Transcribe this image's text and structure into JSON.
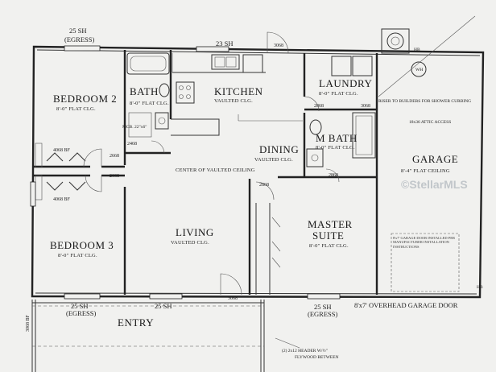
{
  "rooms": {
    "bedroom2": {
      "name": "BEDROOM 2",
      "ceiling": "8'-0\" FLAT CLG."
    },
    "bath": {
      "name": "BATH",
      "ceiling": "8'-0\" FLAT CLG."
    },
    "kitchen": {
      "name": "KITCHEN",
      "ceiling": "VAULTED CLG."
    },
    "laundry": {
      "name": "LAUNDRY",
      "ceiling": "8'-0\" FLAT CLG."
    },
    "mbath": {
      "name": "M BATH",
      "ceiling": "8'-0\" FLAT CLG."
    },
    "dining": {
      "name": "DINING",
      "ceiling": "VAULTED CLG."
    },
    "garage": {
      "name": "GARAGE",
      "ceiling": "8'-4\" FLAT CEILING"
    },
    "living": {
      "name": "LIVING",
      "ceiling": "VAULTED CLG."
    },
    "master": {
      "name": "MASTER",
      "name2": "SUITE",
      "ceiling": "8'-0\" FLAT CLG."
    },
    "bedroom3": {
      "name": "BEDROOM 3",
      "ceiling": "8'-0\" FLAT CLG."
    },
    "entry": {
      "name": "ENTRY"
    }
  },
  "windows": {
    "top_left": "25 SH",
    "top_left_egress": "(EGRESS)",
    "kitchen": "23 SH",
    "bottom_left": "25 SH",
    "bottom_left_egress": "(EGRESS)",
    "bottom_mid": "25 SH",
    "bottom_right": "25 SH",
    "bottom_right_egress": "(EGRESS)"
  },
  "doors": {
    "d_top": "3068",
    "d_laundry_left": "2868",
    "d_laundry_right": "3068",
    "d_hall_a": "2668",
    "d_hall_b": "2468",
    "d_hall_c": "2668",
    "d_mbath": "2868",
    "d_master": "2868",
    "d_entry": "3068",
    "d_bed2_closet": "4068 BF",
    "d_bed3_closet": "4068 BF",
    "d_side": "3068 BF",
    "d_bath_closet": "MCB. 22\"x6\""
  },
  "notes": {
    "center_vaulted": "CENTER OF VAULTED CEILING",
    "riser": "RISER TO BUILDERS FOR SHOWER CURBING",
    "attic": "18x36 ATTIC ACCESS",
    "garage_door_label": "8'x7' OVERHEAD GARAGE DOOR",
    "header": "(2) 2x12 HEADER W/½\"",
    "header2": "FLYWOOD BETWEEN",
    "hb": "HB",
    "hb2": "HB",
    "wh": "WH",
    "garage_detail": "8'x7' GARAGE DOOR INSTALLED PER MANUFACTURER INSTALLATION INSTRUCTIONS"
  },
  "watermark": "©StellarMLS"
}
